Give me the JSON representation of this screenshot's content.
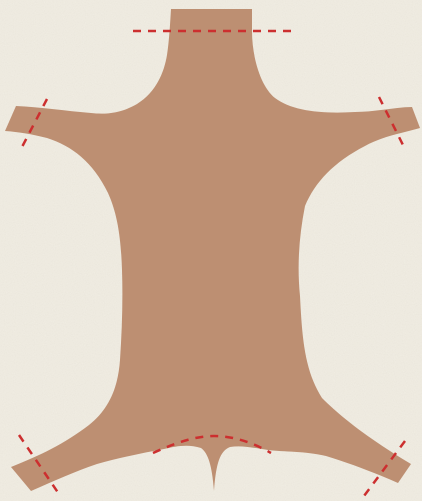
{
  "diagram": {
    "background_color": "#f2eee4",
    "hide_color": "#bd8f72",
    "cut_line_color": "#cc2f2f",
    "cut_lines": [
      "neck-cut-line",
      "left-foreleg-cut-line",
      "right-foreleg-cut-line",
      "left-hindleg-cut-line",
      "right-hindleg-cut-line",
      "belly-arc-cut-line"
    ]
  }
}
